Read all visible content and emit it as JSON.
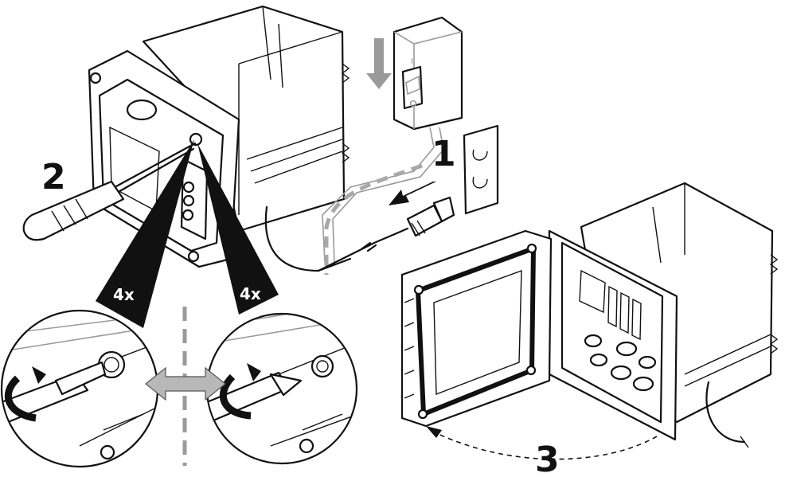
{
  "labels": {
    "step1": "1",
    "step2": "2",
    "step3": "3",
    "callout_left": "4x",
    "callout_right": "4x"
  },
  "switch_mark": "I"
}
